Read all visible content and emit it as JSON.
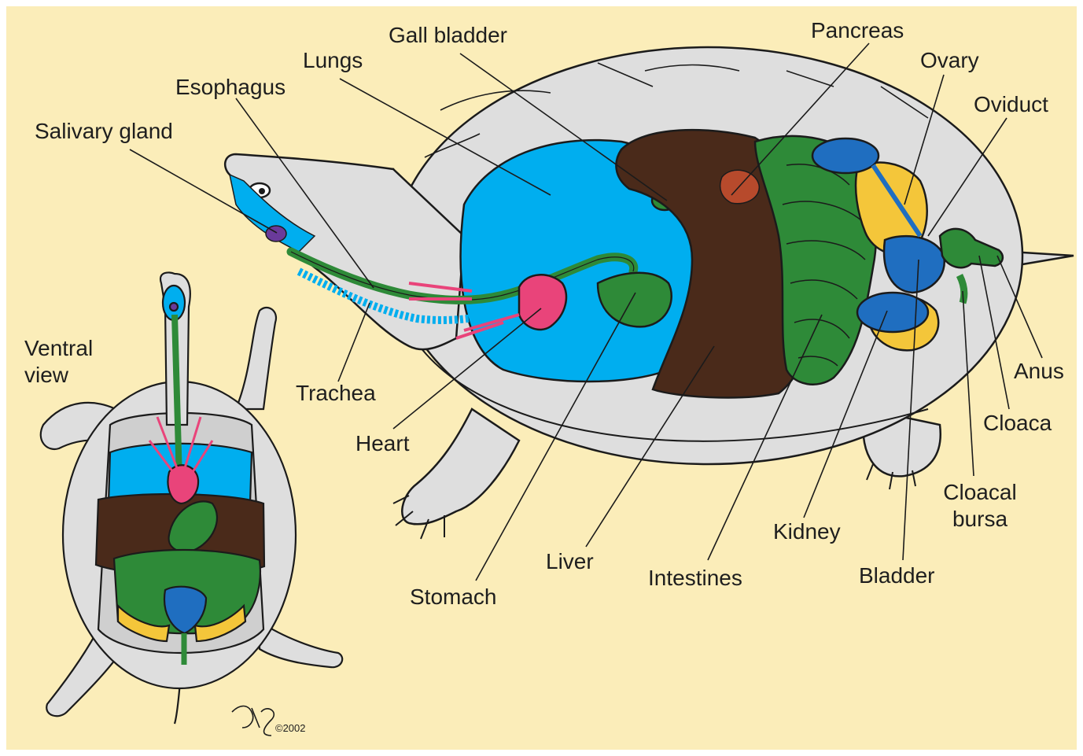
{
  "colors": {
    "background": "#fbedb9",
    "shell": "#dedede",
    "outline": "#1b1b1b",
    "lungs": "#00aeef",
    "liver": "#4a2a1a",
    "intestines": "#2e8a38",
    "heart": "#e9447a",
    "kidney": "#1f6ec0",
    "ovary": "#f4c63a",
    "pancreas": "#b74a2c",
    "esophagus": "#2e8a38"
  },
  "labels": {
    "salivary_gland": "Salivary gland",
    "esophagus": "Esophagus",
    "lungs": "Lungs",
    "gall_bladder": "Gall bladder",
    "pancreas": "Pancreas",
    "ovary": "Ovary",
    "oviduct": "Oviduct",
    "trachea": "Trachea",
    "heart": "Heart",
    "stomach": "Stomach",
    "liver": "Liver",
    "intestines": "Intestines",
    "kidney": "Kidney",
    "bladder": "Bladder",
    "cloacal_line1": "Cloacal",
    "cloacal_line2": "bursa",
    "cloaca": "Cloaca",
    "anus": "Anus",
    "ventral_line1": "Ventral",
    "ventral_line2": "view"
  },
  "signature": "©2002",
  "icons": {
    "signature": "artist-signature-icon"
  }
}
